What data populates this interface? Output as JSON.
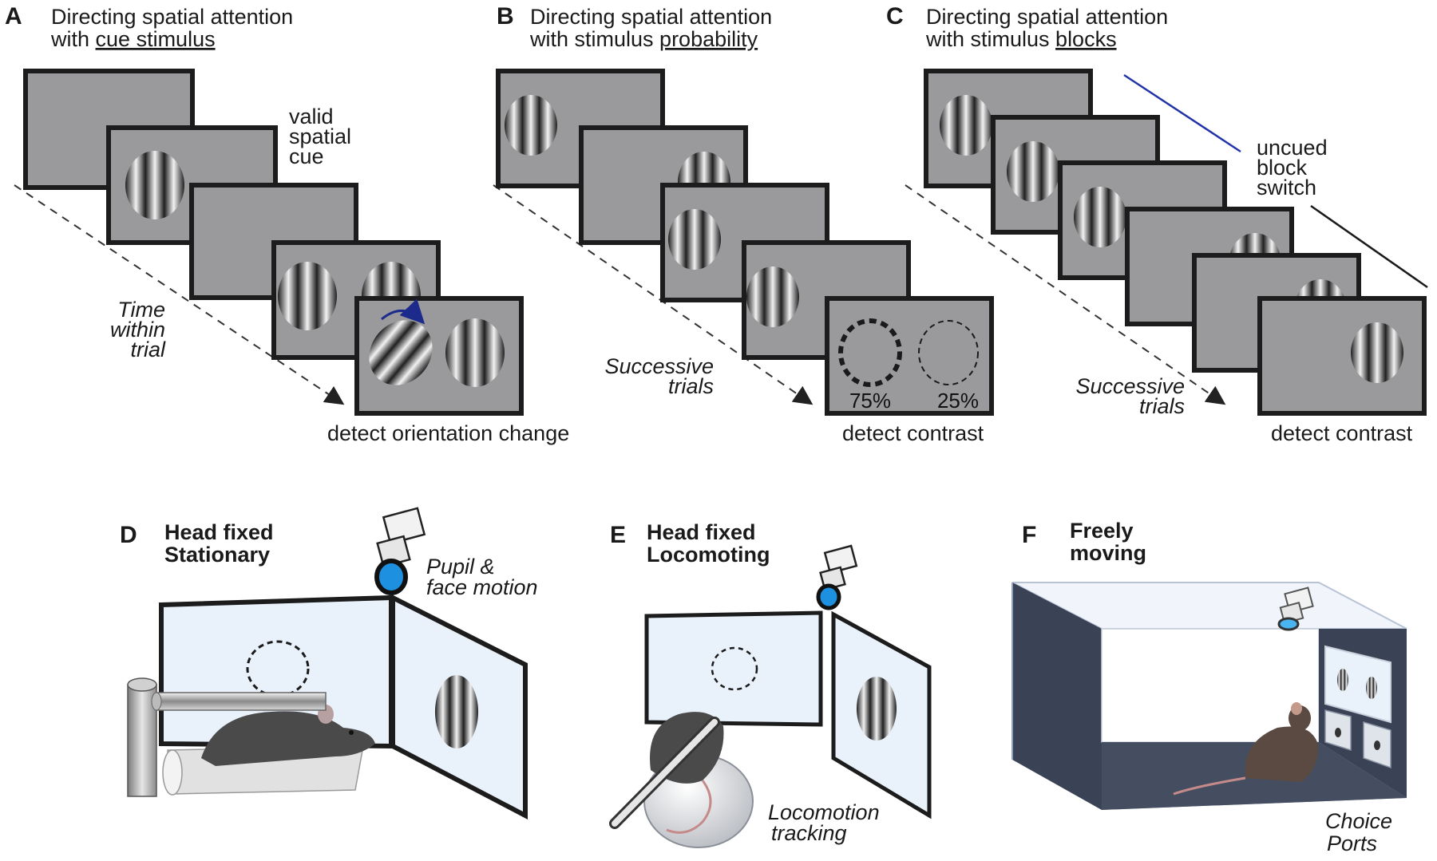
{
  "panels": {
    "A": {
      "letter": "A",
      "title_line1": "Directing spatial attention",
      "title_prefix": "with ",
      "title_underlined": "cue stimulus",
      "cue_label": [
        "valid",
        "spatial",
        "cue"
      ],
      "time_label": [
        "Time",
        "within",
        "trial"
      ],
      "caption": "detect orientation change"
    },
    "B": {
      "letter": "B",
      "title_line1": "Directing spatial attention",
      "title_prefix": "with stimulus ",
      "title_underlined": "probability",
      "trials_label": [
        "Successive",
        "trials"
      ],
      "pct_left": "75%",
      "pct_right": "25%",
      "caption": "detect contrast"
    },
    "C": {
      "letter": "C",
      "title_line1": "Directing spatial attention",
      "title_prefix": "with stimulus ",
      "title_underlined": "blocks",
      "block_label": [
        "uncued",
        "block",
        "switch"
      ],
      "trials_label": [
        "Successive",
        "trials"
      ],
      "caption": "detect contrast"
    },
    "D": {
      "letter": "D",
      "title": [
        "Head fixed",
        "Stationary"
      ],
      "camera_label": [
        "Pupil &",
        "face motion"
      ]
    },
    "E": {
      "letter": "E",
      "title": [
        "Head fixed",
        "Locomoting"
      ],
      "ball_label": [
        "Locomotion",
        "tracking"
      ]
    },
    "F": {
      "letter": "F",
      "title": [
        "Freely",
        "moving"
      ],
      "ports_label": [
        "Choice",
        "Ports"
      ]
    }
  },
  "colors": {
    "screen_gray": "#9a9a9c",
    "frame": "#1c1c1c",
    "monitor_face": "#e9f1fb",
    "camera_lens": "#1e90e0",
    "cue_arrow": "#1c2a8c",
    "block_line": "#2233aa",
    "box_wall": "#3a4255",
    "mouse": "#4a4a4a"
  }
}
